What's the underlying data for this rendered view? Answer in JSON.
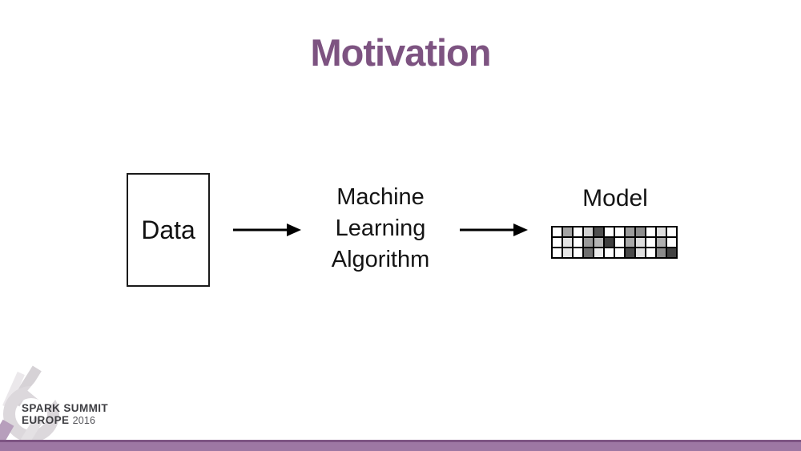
{
  "slide": {
    "title": "Motivation",
    "title_color": "#7d5381",
    "background_color": "#ffffff"
  },
  "diagram": {
    "data_box_label": "Data",
    "algorithm_line1": "Machine",
    "algorithm_line2": "Learning",
    "algorithm_line3": "Algorithm",
    "model_label": "Model",
    "arrow_color": "#000000"
  },
  "model_grid": {
    "rows": 3,
    "cols": 12,
    "border_color": "#000000",
    "cells": [
      [
        "#ffffff",
        "#a3a3a3",
        "#ffffff",
        "#d2d2d2",
        "#4f4f4f",
        "#ffffff",
        "#ffffff",
        "#9b9b9b",
        "#8d8d8d",
        "#ffffff",
        "#dedede",
        "#ffffff"
      ],
      [
        "#ffffff",
        "#e4e4e4",
        "#ffffff",
        "#9a9a9a",
        "#b5b5b5",
        "#3f3f3f",
        "#ffffff",
        "#a9a9a9",
        "#dedede",
        "#ffffff",
        "#b0b0b0",
        "#ffffff"
      ],
      [
        "#ffffff",
        "#e7e7e7",
        "#ffffff",
        "#707070",
        "#ececec",
        "#ffffff",
        "#ffffff",
        "#4a4a4a",
        "#e0e0e0",
        "#ffffff",
        "#8b8b8b",
        "#414141"
      ]
    ]
  },
  "footer": {
    "logo_line1": "SPARK SUMMIT",
    "logo_line2": "EUROPE",
    "logo_year": "2016",
    "bar_color": "#9d77a3",
    "bar_top_color": "#7d5483",
    "logo_accent_color": "#b79fbc"
  }
}
